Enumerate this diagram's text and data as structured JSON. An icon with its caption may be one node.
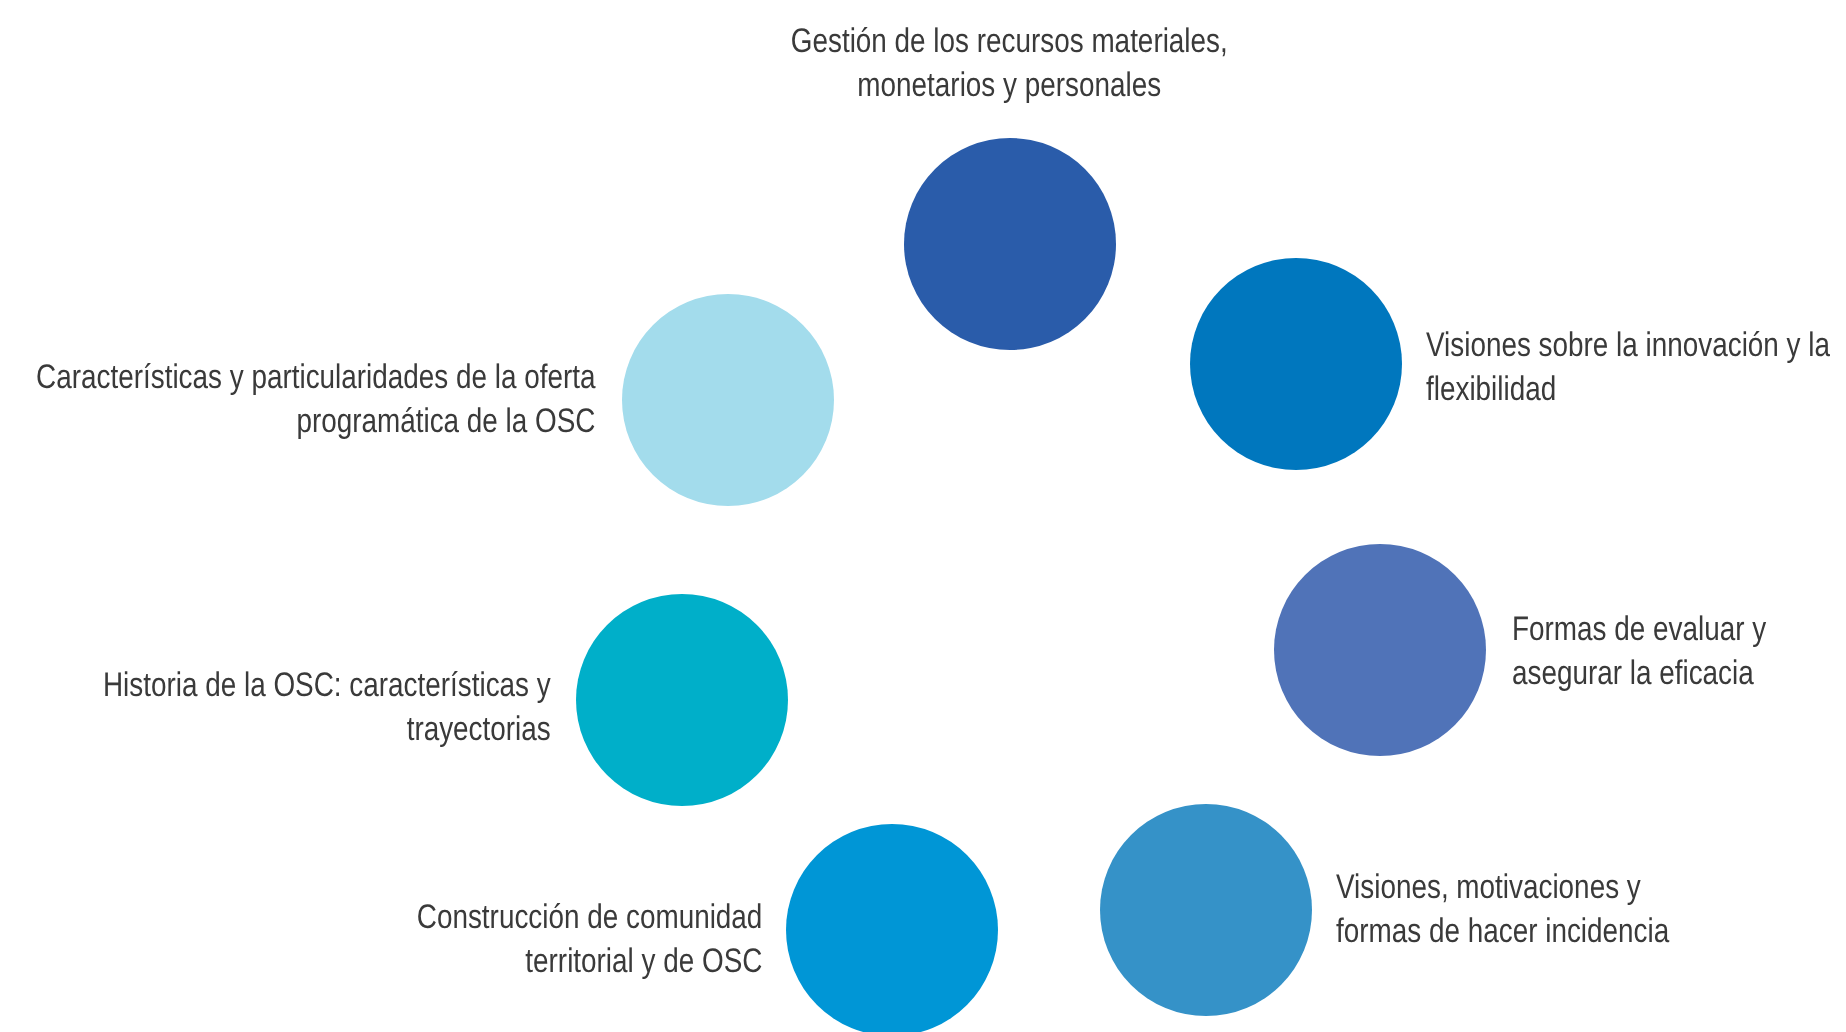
{
  "diagram": {
    "nodes": [
      {
        "text": [],
        "shape": "circle",
        "beside": [
          "Gestión de los recursos materiales, monetarios y personales"
        ]
      },
      {
        "text": [],
        "shape": "circle",
        "beside": [
          "Visiones sobre la innovación y la flexibilidad"
        ]
      },
      {
        "text": [],
        "shape": "circle",
        "beside": [
          "Formas de evaluar y asegurar la eficacia"
        ]
      },
      {
        "text": [],
        "shape": "circle",
        "beside": [
          "Visiones, motivaciones y formas de hacer incidencia"
        ]
      },
      {
        "text": [],
        "shape": "circle",
        "beside": [
          "Construcción de comunidad territorial y de OSC"
        ]
      },
      {
        "text": [],
        "shape": "circle",
        "beside": [
          "Historia de la OSC: características y trayectorias"
        ]
      },
      {
        "text": [],
        "shape": "circle",
        "beside": [
          "Características y particularidades de la oferta programática de la OSC"
        ]
      }
    ]
  }
}
